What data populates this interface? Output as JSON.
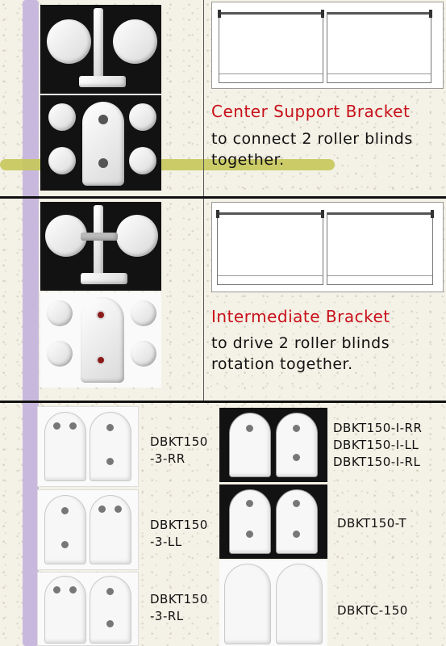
{
  "section_center": {
    "title": "Center Support Bracket",
    "desc_line1": "to connect 2 roller blinds",
    "desc_line2": "together."
  },
  "section_intermediate": {
    "title": "Intermediate Bracket",
    "desc_line1": "to drive 2 roller blinds",
    "desc_line2": "rotation together."
  },
  "products": [
    {
      "label": "DBKT150\n-3-RR"
    },
    {
      "label": "DBKT150-I-RR\nDBKT150-I-LL\nDBKT150-I-RL"
    },
    {
      "label": "DBKT150\n-3-LL"
    },
    {
      "label": "DBKT150-T"
    },
    {
      "label": "DBKT150\n-3-RL"
    },
    {
      "label": "DBKTC-150"
    }
  ],
  "colors": {
    "title_red": "#c8101a",
    "stripe_lavender": "#c9b8dd",
    "highlight_yellow": "#c7c85a"
  }
}
